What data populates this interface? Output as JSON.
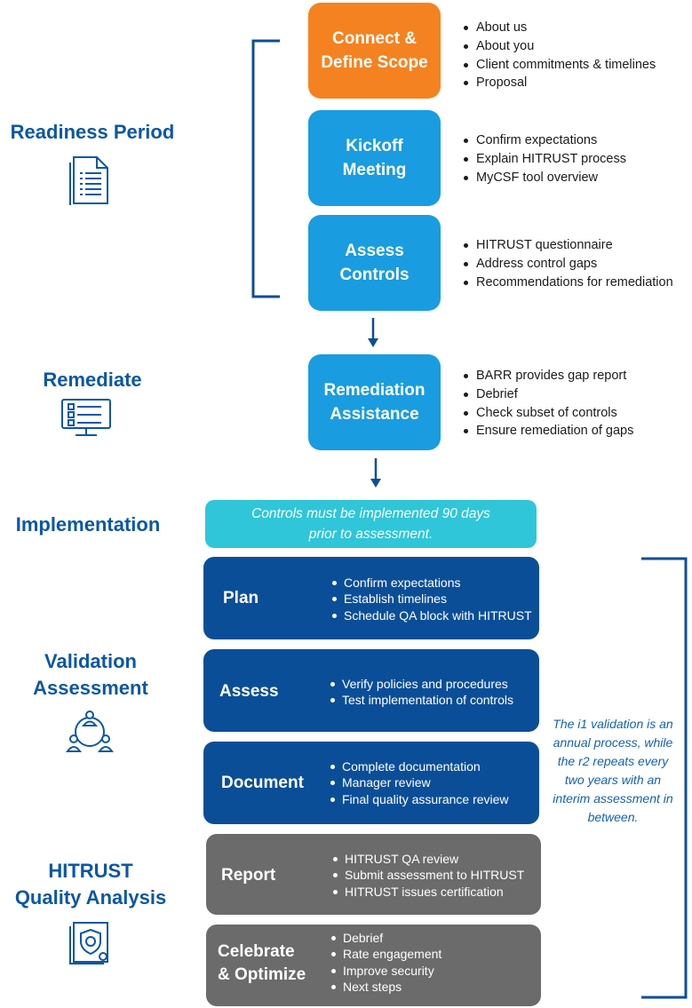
{
  "phases": {
    "readiness": "Readiness Period",
    "remediate": "Remediate",
    "implementation": "Implementation",
    "validation_line1": "Validation",
    "validation_line2": "Assessment",
    "qa_line1": "HITRUST",
    "qa_line2": "Quality Analysis"
  },
  "steps": {
    "connect": {
      "line1": "Connect &",
      "line2": "Define Scope",
      "color": "#f58220",
      "bullets": [
        "About us",
        "About you",
        "Client commitments & timelines",
        "Proposal"
      ]
    },
    "kickoff": {
      "line1": "Kickoff",
      "line2": "Meeting",
      "color": "#1a9ce0",
      "bullets": [
        "Confirm expectations",
        "Explain HITRUST process",
        "MyCSF tool overview"
      ]
    },
    "assess_controls": {
      "line1": "Assess",
      "line2": "Controls",
      "color": "#1a9ce0",
      "bullets": [
        "HITRUST questionnaire",
        "Address control gaps",
        "Recommendations for remediation"
      ]
    },
    "remediation": {
      "line1": "Remediation",
      "line2": "Assistance",
      "color": "#1a9ce0",
      "bullets": [
        "BARR provides gap report",
        "Debrief",
        "Check subset of controls",
        "Ensure remediation of gaps"
      ]
    },
    "implementation_note": {
      "line1": "Controls must be implemented 90 days",
      "line2": "prior to assessment.",
      "color": "#2ec6d8"
    },
    "plan": {
      "title": "Plan",
      "color": "#0b4e98",
      "bullets": [
        "Confirm expectations",
        "Establish timelines",
        "Schedule QA block with HITRUST"
      ]
    },
    "assess": {
      "title": "Assess",
      "color": "#0b4e98",
      "bullets": [
        "Verify policies and procedures",
        "Test implementation of controls"
      ]
    },
    "document": {
      "title": "Document",
      "color": "#0b4e98",
      "bullets": [
        "Complete documentation",
        "Manager review",
        "Final quality assurance review"
      ]
    },
    "report": {
      "title": "Report",
      "color": "#6b6b6b",
      "bullets": [
        "HITRUST QA review",
        "Submit assessment to HITRUST",
        "HITRUST issues certification"
      ]
    },
    "celebrate": {
      "title_line1": "Celebrate",
      "title_line2": "& Optimize",
      "color": "#6b6b6b",
      "bullets": [
        "Debrief",
        "Rate engagement",
        "Improve security",
        "Next steps"
      ]
    }
  },
  "side_note": {
    "lines": [
      "The i1 validation is an",
      "annual process, while",
      "the r2 repeats every",
      "two years with an",
      "interim assessment in",
      "between."
    ]
  },
  "icons": {
    "readiness": "document-icon",
    "remediate": "monitor-checklist-icon",
    "validation": "team-network-icon",
    "qa": "security-book-icon",
    "arrow": "arrow-down-icon",
    "bracket": "bracket-icon"
  }
}
